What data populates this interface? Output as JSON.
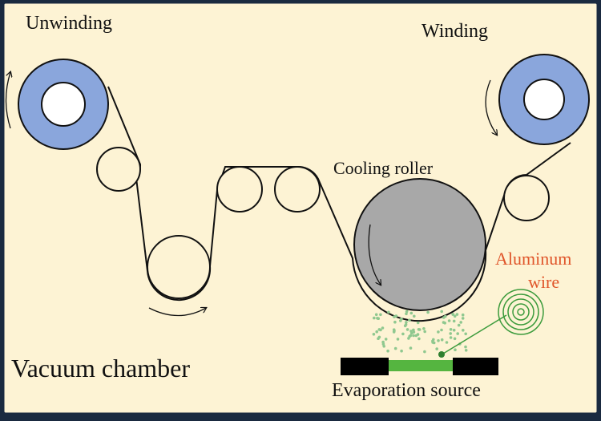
{
  "labels": {
    "unwinding": "Unwinding",
    "winding": "Winding",
    "cooling_roller": "Cooling roller",
    "aluminum_line1": "Aluminum",
    "aluminum_line2": "wire",
    "vacuum_chamber": "Vacuum chamber",
    "evaporation_source": "Evaporation source"
  },
  "colors": {
    "chamber": "#fdf3d4",
    "frame": "#1a2a40",
    "spool": "#8aa6dc",
    "cooling_roller": "#a8a8a8",
    "aluminum_text": "#e0552a",
    "wire": "#3c9b3c",
    "vapor": "#8fc88f",
    "source_block": "#000000",
    "source_plate": "#55b540"
  }
}
